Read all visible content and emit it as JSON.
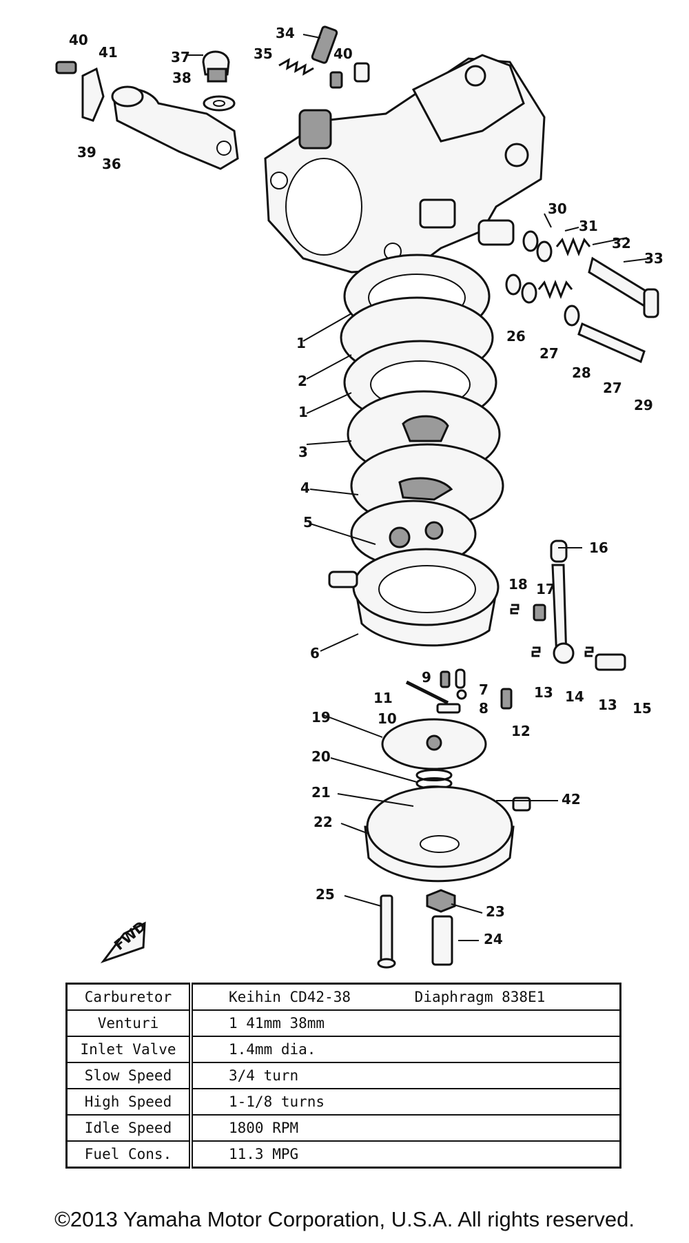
{
  "callouts": [
    "1",
    "1",
    "2",
    "3",
    "4",
    "5",
    "6",
    "7",
    "8",
    "9",
    "10",
    "11",
    "12",
    "13",
    "13",
    "14",
    "15",
    "16",
    "17",
    "18",
    "19",
    "20",
    "21",
    "22",
    "23",
    "24",
    "25",
    "26",
    "27",
    "27",
    "28",
    "29",
    "30",
    "31",
    "32",
    "33",
    "34",
    "35",
    "36",
    "37",
    "38",
    "39",
    "40",
    "40",
    "41",
    "42"
  ],
  "fwd_mark": "FWD",
  "spec_table": {
    "rows": [
      {
        "label": "Carburetor",
        "value": "Keihin CD42-38",
        "value2": "Diaphragm 838E1"
      },
      {
        "label": "Venturi",
        "value": "1  41mm  38mm"
      },
      {
        "label": "Inlet Valve",
        "value": "1.4mm dia."
      },
      {
        "label": "Slow Speed",
        "value": "3/4 turn"
      },
      {
        "label": "High Speed",
        "value": "1-1/8 turns"
      },
      {
        "label": "Idle Speed",
        "value": "1800 RPM"
      },
      {
        "label": "Fuel Cons.",
        "value": "11.3 MPG"
      }
    ]
  },
  "copyright": "©2013 Yamaha Motor Corporation, U.S.A. All rights reserved."
}
